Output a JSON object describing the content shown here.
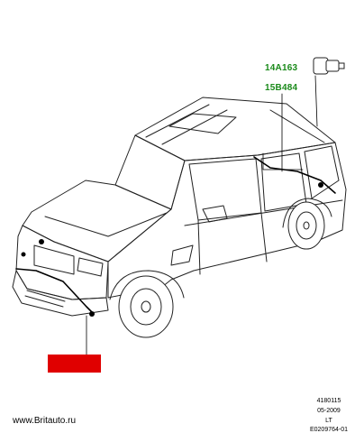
{
  "callouts": [
    {
      "label": "14A163",
      "color": "#1a8a1a"
    },
    {
      "label": "15B484",
      "color": "#1a8a1a"
    }
  ],
  "highlight_color": "#e00000",
  "reference": {
    "line1": "4180115",
    "line2": "05-2009",
    "line3": "LT",
    "line4": "E0209764-01"
  },
  "watermark": "www.Britauto.ru"
}
